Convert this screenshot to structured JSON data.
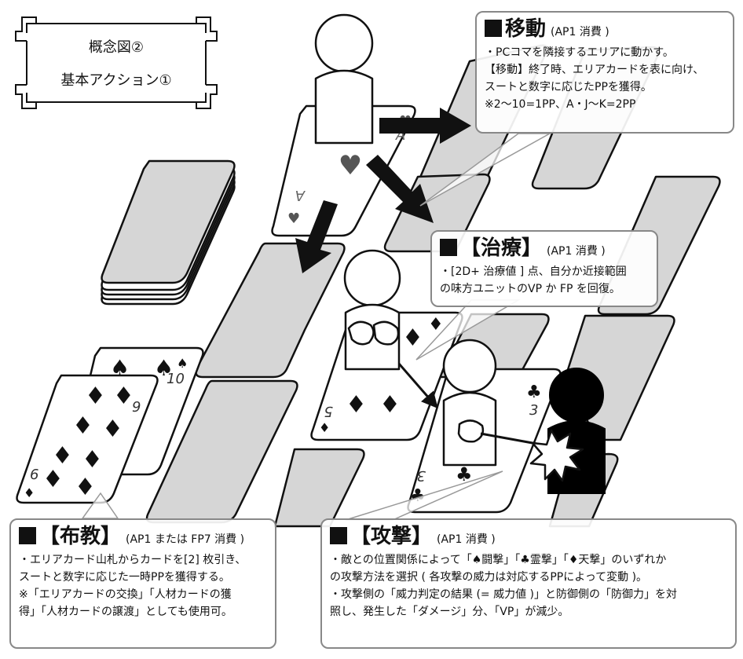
{
  "label": {
    "line1": "概念図②",
    "line2": "基本アクション①"
  },
  "move_box": {
    "title": "移動",
    "cost": "(AP1 消費 )",
    "lines": [
      "・PCコマを隣接するエリアに動かす。",
      "【移動】終了時、エリアカードを表に向け、",
      "スートと数字に応じたPPを獲得。",
      "※2〜10=1PP、A・J〜K=2PP"
    ]
  },
  "heal_box": {
    "title": "【治療】",
    "cost": "(AP1 消費 )",
    "lines": [
      "・[2D+ 治療値 ] 点、自分か近接範囲",
      "の味方ユニットのVP か FP を回復。"
    ]
  },
  "preach_box": {
    "title": "【布教】",
    "cost": "(AP1 または FP7 消費 )",
    "lines": [
      "・エリアカード山札からカードを[2] 枚引き、",
      "スートと数字に応じた一時PPを獲得する。",
      "※「エリアカードの交換」「人材カードの獲",
      "得」「人材カードの譲渡」としても使用可。"
    ]
  },
  "attack_box": {
    "title": "【攻撃】",
    "cost": "(AP1 消費 )",
    "lines": [
      "・敵との位置関係によって「♠闘撃」「♣霊撃」「♦天撃」のいずれか",
      "の攻撃方法を選択 ( 各攻撃の威力は対応するPPによって変動 )。",
      "・攻撃側の「威力判定の結果 (= 威力値 )」と防御側の「防御力」を対",
      "照し、発生した「ダメージ」分、「VP」が減少。"
    ]
  },
  "cards": {
    "ace_rank": "A",
    "five_rank": "5",
    "three_rank": "3",
    "ten_rank": "10",
    "nine_rank": "9",
    "six_rank": "6",
    "heart": "♥",
    "club": "♣",
    "spade": "♠",
    "diamond": "♦"
  },
  "colors": {
    "card_back": "#d6d6d6",
    "card_border": "#111111",
    "enemy": "#000000",
    "box_border": "#888888"
  }
}
